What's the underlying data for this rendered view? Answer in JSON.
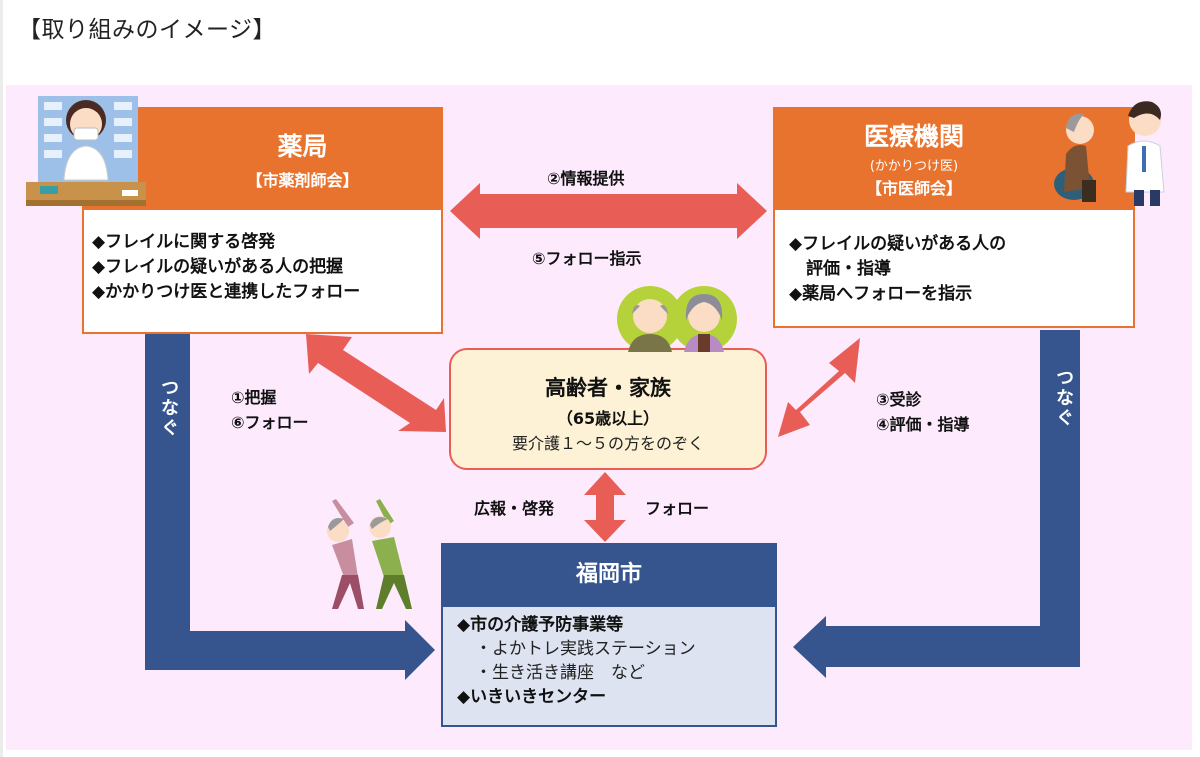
{
  "title": "【取り組みのイメージ】",
  "colors": {
    "background": "#fdebfd",
    "orange": "#e8732f",
    "red_arrow": "#e85d56",
    "navy": "#36558f",
    "elder_fill": "#fdf2d6",
    "city_body": "#dde3f1"
  },
  "pharmacy": {
    "title": "薬局",
    "subtitle": "【市薬剤師会】",
    "items": [
      "◆フレイルに関する啓発",
      "◆フレイルの疑いがある人の把握",
      "◆かかりつけ医と連携したフォロー"
    ],
    "illustration": "pharmacist-illustration"
  },
  "medical": {
    "title": "医療機関",
    "note": "(かかりつけ医)",
    "subtitle": "【市医師会】",
    "items": [
      "◆フレイルの疑いがある人の",
      "　評価・指導",
      "◆薬局へフォローを指示"
    ],
    "illustration": "doctor-patient-illustration"
  },
  "elderly": {
    "title": "高齢者・家族",
    "age": "（65歳以上）",
    "note": "要介護１～５の方をのぞく",
    "illustration": "elderly-couple-illustration"
  },
  "city": {
    "title": "福岡市",
    "lines": [
      {
        "text": "◆市の介護予防事業等",
        "style": "bold"
      },
      {
        "text": "・よかトレ実践ステーション",
        "style": "sub"
      },
      {
        "text": "・生き活き講座　など",
        "style": "sub"
      },
      {
        "text": "◆いきいきセンター",
        "style": "bold"
      }
    ],
    "illustration": "exercising-elderly-illustration"
  },
  "flows": {
    "pharmacy_medical_top": "②情報提供",
    "pharmacy_medical_bottom": "⑤フォロー指示",
    "pharmacy_elderly_1": "①把握",
    "pharmacy_elderly_2": "⑥フォロー",
    "medical_elderly_1": "③受診",
    "medical_elderly_2": "④評価・指導",
    "elderly_city_left": "広報・啓発",
    "elderly_city_right": "フォロー",
    "connect_left": "つなぐ",
    "connect_right": "つなぐ"
  }
}
